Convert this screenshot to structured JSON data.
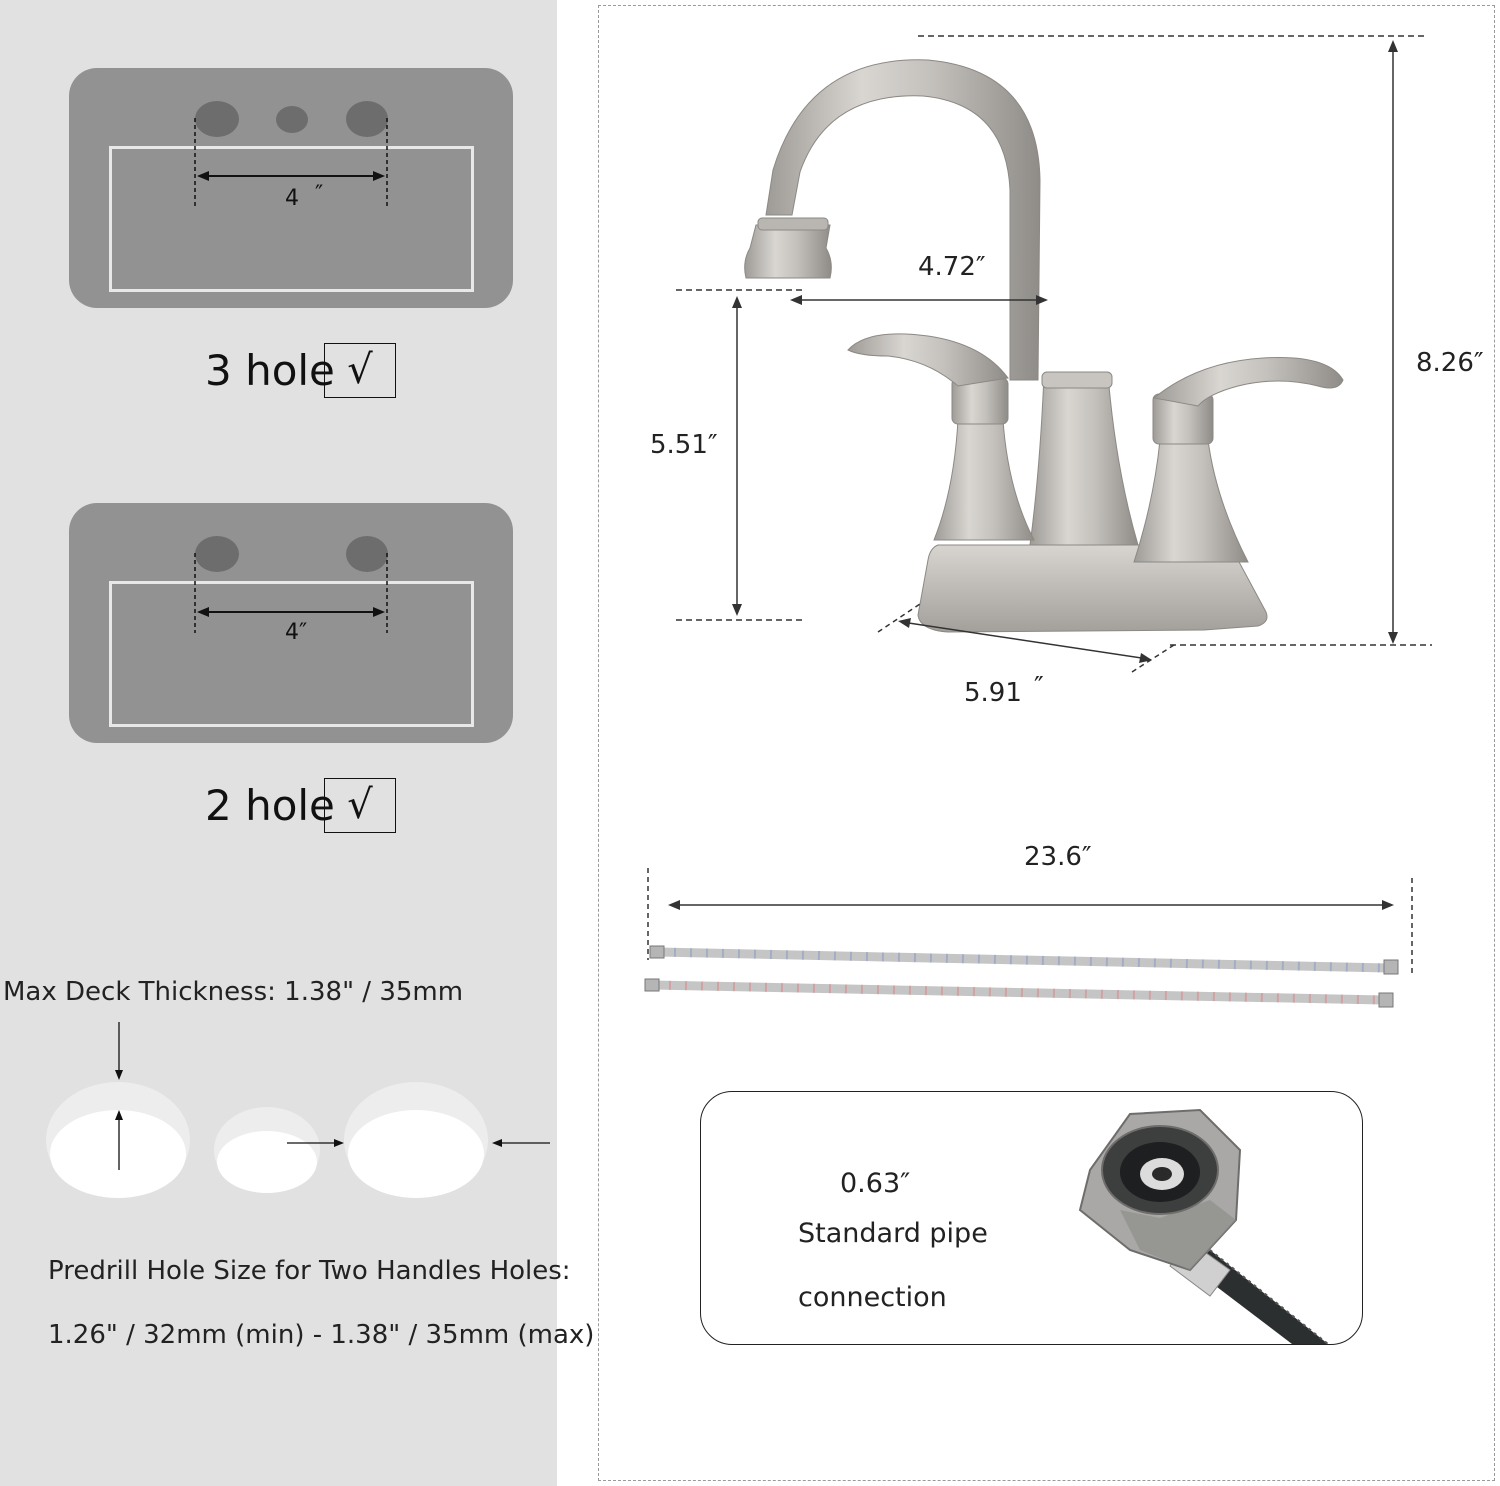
{
  "left": {
    "three_hole": {
      "spacing": "4",
      "spacing_mark": "″",
      "label": "3 hole",
      "check": "√"
    },
    "two_hole": {
      "spacing": "4″",
      "label": "2 hole",
      "check": "√"
    },
    "deck_thickness": "Max Deck Thickness: 1.38\" / 35mm",
    "predrill_title": "Predrill Hole Size for Two Handles Holes:",
    "predrill_range": "1.26\" / 32mm (min) - 1.38\" / 35mm (max)"
  },
  "faucet": {
    "spout_reach": "4.72″",
    "spout_height": "5.51″",
    "total_height": "8.26″",
    "base_length": "5.91",
    "base_length_mark": "″"
  },
  "hoses": {
    "length": "23.6″"
  },
  "connection": {
    "size": "0.63″",
    "line1": "Standard pipe",
    "line2": "connection"
  },
  "colors": {
    "panel": "#e2e1e1",
    "sink": "#929292",
    "hole": "#6d6d6d",
    "brushed_nickel": "#c9c6c2"
  }
}
